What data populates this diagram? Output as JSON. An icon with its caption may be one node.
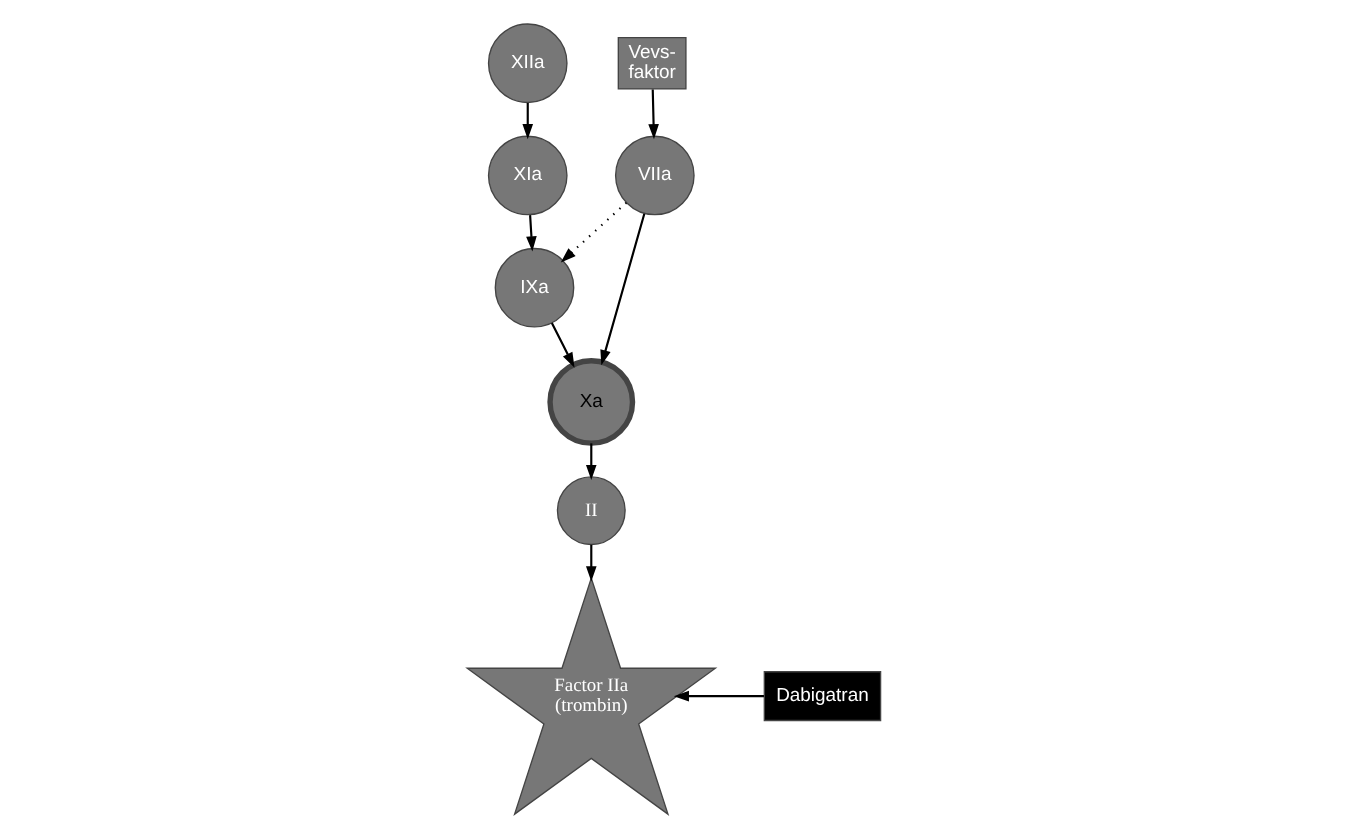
{
  "diagram": {
    "nodes": [
      {
        "text": [
          "XIIa"
        ]
      },
      {
        "text": [
          "XIa"
        ]
      },
      {
        "text": [
          "IXa"
        ]
      },
      {
        "text": [
          "Xa"
        ]
      },
      {
        "text": [
          "VIIa"
        ]
      },
      {
        "text": [
          "Vevs-faktor"
        ]
      },
      {
        "text": [
          "II"
        ]
      },
      {
        "text": [
          "Factor IIa (trombin)"
        ]
      },
      {
        "text": [
          "Dabigatran"
        ]
      }
    ],
    "edges": [
      {
        "from": 0,
        "to": 1,
        "arrow": "to"
      },
      {
        "from": 1,
        "to": 2,
        "arrow": "to"
      },
      {
        "from": 2,
        "to": 3,
        "arrow": "to"
      },
      {
        "from": 4,
        "to": 2,
        "arrow": "to",
        "style": "dashed"
      },
      {
        "from": 4,
        "to": 3,
        "arrow": "to"
      },
      {
        "from": 5,
        "to": 4,
        "arrow": "to"
      },
      {
        "from": 3,
        "to": 6,
        "arrow": "to"
      },
      {
        "from": 6,
        "to": 7,
        "arrow": "to"
      },
      {
        "from": 8,
        "to": 7,
        "arrow": "to"
      }
    ]
  }
}
